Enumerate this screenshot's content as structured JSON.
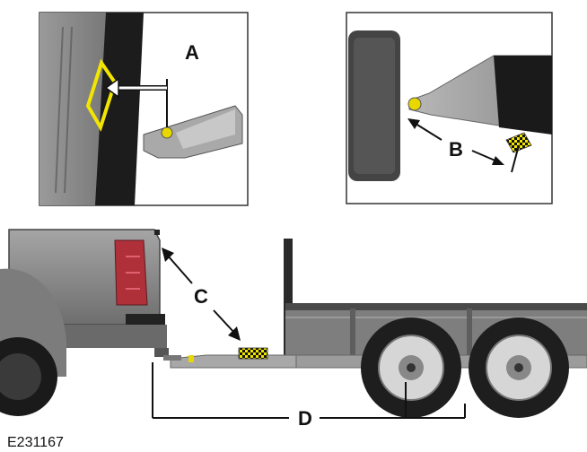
{
  "callouts": {
    "a": "A",
    "b": "B",
    "c": "C",
    "d": "D"
  },
  "figure_id": "E231167",
  "colors": {
    "marker_yellow": "#f2e600",
    "truck_grey": "#8a8a8a",
    "trailer_dark": "#1a1a1a",
    "tail_light_red": "#b0303a",
    "panel_border": "#333333"
  }
}
